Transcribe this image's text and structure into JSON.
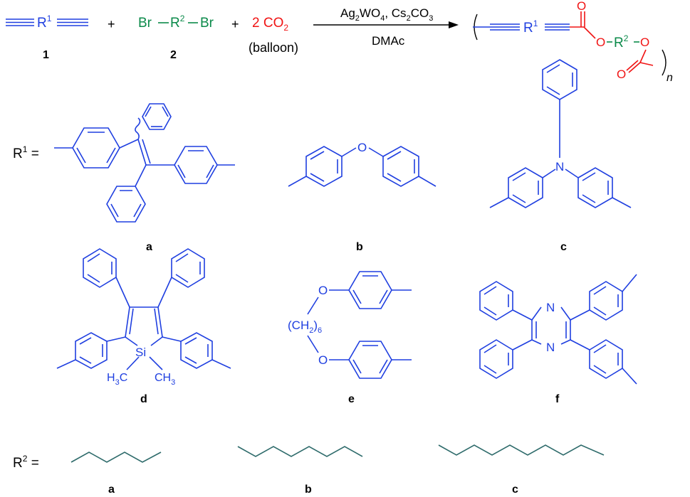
{
  "colors": {
    "blue": "#1f3fe0",
    "green": "#0b8a4a",
    "red": "#f01414",
    "teal": "#2e6b6b",
    "black": "#000000"
  },
  "equation": {
    "r1": "R",
    "r1_sup": "1",
    "label1": "1",
    "plus1": "+",
    "br_left": "Br",
    "r2": "R",
    "r2_sup": "2",
    "br_right": "Br",
    "label2": "2",
    "plus2": "+",
    "co2": "2 CO",
    "co2_sub": "2",
    "balloon": "(balloon)",
    "cond_ag": "Ag",
    "cond_ag_sub": "2",
    "cond_wo": "WO",
    "cond_wo_sub": "4",
    "cond_sep": ", ",
    "cond_cs": "Cs",
    "cond_cs_sub": "2",
    "cond_co": "CO",
    "cond_co_sub": "3",
    "solvent": "DMAc",
    "prod_r1": "R",
    "prod_r1_sup": "1",
    "prod_o1": "O",
    "prod_o2": "O",
    "prod_r2": "R",
    "prod_r2_sup": "2",
    "prod_o3": "O",
    "prod_o4": "O",
    "prod_n": "n"
  },
  "r1_section": {
    "label": "R",
    "label_sup": "1",
    "equals": " =",
    "o_b": "O",
    "n_c": "N",
    "si_d": "Si",
    "me_h": "H",
    "me_sub": "3",
    "me_c": "C",
    "me_ch": "CH",
    "me_sub2": "3",
    "o_e1": "O",
    "o_e2": "O",
    "chain": "(CH",
    "chain_sub": "2",
    "chain_close": ")",
    "chain_n": "6",
    "n_f1": "N",
    "n_f2": "N",
    "labels": [
      "a",
      "b",
      "c",
      "d",
      "e",
      "f"
    ]
  },
  "r2_section": {
    "label": "R",
    "label_sup": "2",
    "equals": " =",
    "labels": [
      "a",
      "b",
      "c"
    ]
  }
}
